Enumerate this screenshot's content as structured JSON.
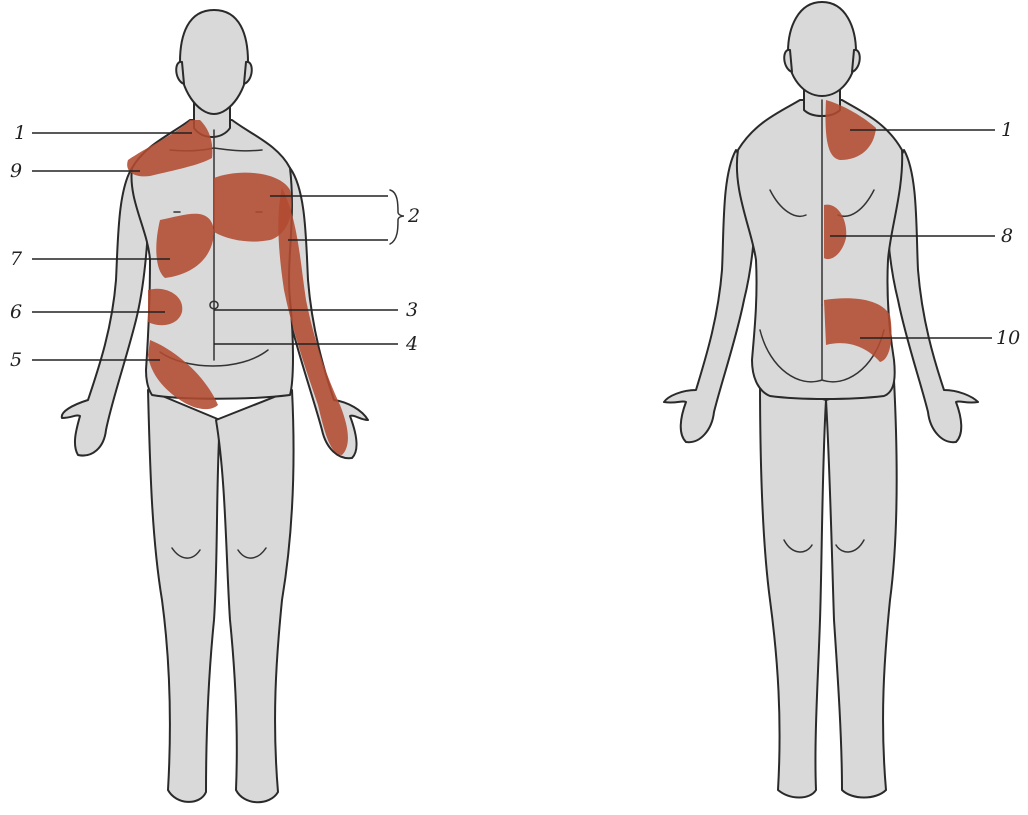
{
  "colors": {
    "background": "#ffffff",
    "body": "#d9d9d9",
    "outline": "#2a2a2a",
    "pain_zone": "#b24a30"
  },
  "labels": {
    "l1": "1",
    "l2": "2",
    "l3": "3",
    "l4": "4",
    "l5": "5",
    "l6": "6",
    "l7": "7",
    "l8": "8",
    "l9": "9",
    "l10": "10"
  }
}
